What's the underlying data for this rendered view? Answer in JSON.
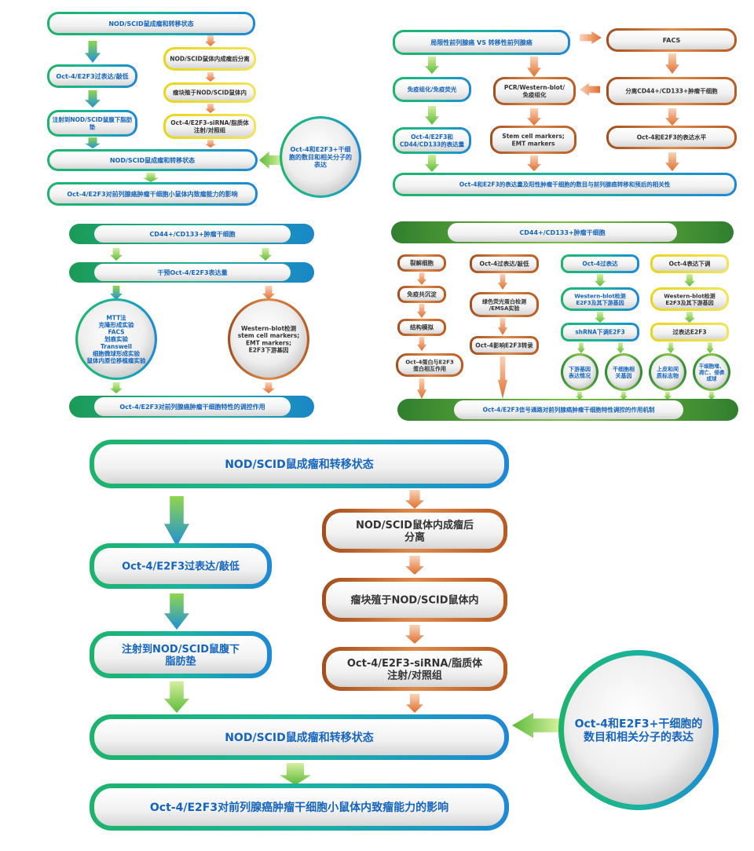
{
  "colors": {
    "green_blue_border": "#1fb58a",
    "orange_border": "#c8662a",
    "dark_green": "#2f8f3a",
    "yellow_border": "#e6d21a",
    "blue_text": "#1565c0",
    "dark_text": "#333333"
  },
  "panel_a": {
    "top": "NOD/SCID鼠成瘤和转移状态",
    "left1": "Oct-4/E2F3过表达/敲低",
    "left2": "注射到NOD/SCID鼠腹下脂肪垫",
    "right1": "NOD/SCID鼠体内成瘤后分离",
    "right2": "瘤块殖于NOD/SCID鼠体内",
    "right3": "Oct-4/E2F3-siRNA/脂质体注射/对照组",
    "mid": "NOD/SCID鼠成瘤和转移状态",
    "bottom": "Oct-4/E2F3对前列腺癌肿瘤干细胞小鼠体内致瘤能力的影响",
    "circle": "Oct-4和E2F3+干细胞的数目和相关分子的表达"
  },
  "panel_b": {
    "top": "局限性前列腺癌 VS 转移性前列腺癌",
    "facs": "FACS",
    "immuno": "免疫组化/免疫荧光",
    "pcr": "PCR/Western-blot/免疫组化",
    "sort": "分离CD44+/CD133+肿瘤干细胞",
    "expr_left": "Oct-4/E2F3和CD44/CD133的表达量",
    "markers": "Stem cell markers; EMT markers",
    "level": "Oct-4和E2F3的表达水平",
    "bottom": "Oct-4和E2F3的表达量及阳性肿瘤干细胞的数目与前列腺癌转移和预后的相关性"
  },
  "panel_c": {
    "top": "CD44+/CD133+肿瘤干细胞",
    "mid": "干预Oct-4/E2F3表达量",
    "circle_left": [
      "MTT法",
      "克隆形成实验",
      "FACS",
      "划痕实验",
      "Transwell",
      "细胞微球形成实验",
      "鼠体内原位移植瘤实验"
    ],
    "circle_right": [
      "Western-blot检测",
      "stem cell markers;",
      "EMT markers;",
      "E2F3下游基因"
    ],
    "bottom": "Oct-4/E2F3对前列腺癌肿瘤干细胞特性的调控作用"
  },
  "panel_d": {
    "top": "CD44+/CD133+肿瘤干细胞",
    "c1": [
      "裂解细胞",
      "免疫共沉淀",
      "结构模拟",
      "Oct-4蛋白与E2F3蛋白相互作用"
    ],
    "c2": [
      "Oct-4过表达/敲低",
      "绿色荧光蛋白检测/EMSA实验",
      "Oct-4影响E2F3转录"
    ],
    "c3": [
      "Oct-4过表达",
      "Western-blot检测E2F3及其下游基因",
      "shRNA下调E2F3"
    ],
    "c4": [
      "Oct-4表达下调",
      "Western-blot检测E2F3及其下游基因",
      "过表达E2F3"
    ],
    "circles": [
      "下游基因表达情况",
      "干细胞相关基因",
      "上皮和间质标志物",
      "干细胞增、凋亡、侵袭成球"
    ],
    "bottom": "Oct-4/E2F3信号通路对前列腺癌肿瘤干细胞特性调控的作用机制"
  },
  "panel_e": {
    "top": "NOD/SCID鼠成瘤和转移状态",
    "right1": "NOD/SCID鼠体内成瘤后分离",
    "left1": "Oct-4/E2F3过表达/敲低",
    "right2": "瘤块殖于NOD/SCID鼠体内",
    "left2": "注射到NOD/SCID鼠腹下脂肪垫",
    "right3": "Oct-4/E2F3-siRNA/脂质体注射/对照组",
    "mid": "NOD/SCID鼠成瘤和转移状态",
    "bottom": "Oct-4/E2F3对前列腺癌肿瘤干细胞小鼠体内致瘤能力的影响",
    "circle": "Oct-4和E2F3+干细胞的数目和相关分子的表达"
  }
}
